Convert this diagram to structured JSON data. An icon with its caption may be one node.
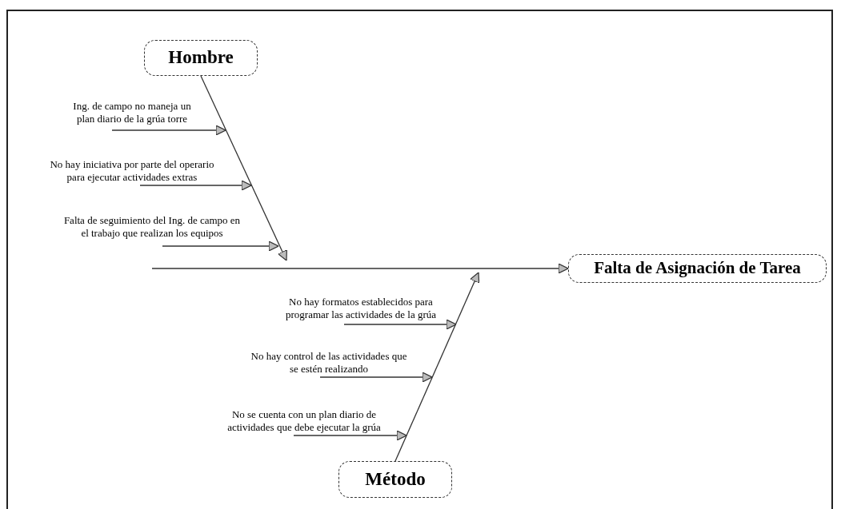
{
  "diagram": {
    "nodes": [
      {
        "text": [
          "Hombre"
        ]
      },
      {
        "text": [
          "Falta de Asignación de Tarea"
        ]
      },
      {
        "text": [
          "Método"
        ]
      },
      {
        "text": [
          "Ing. de campo no maneja un plan diario de la grúa torre"
        ]
      },
      {
        "text": [
          "No hay iniciativa por parte del operario para ejecutar actividades extras"
        ]
      },
      {
        "text": [
          "Falta de seguimiento del Ing. de campo en el trabajo que realizan los equipos"
        ]
      },
      {
        "text": [
          "No hay formatos establecidos para programar las actividades de la grúa"
        ]
      },
      {
        "text": [
          "No hay control de las actividades que se estén realizando"
        ]
      },
      {
        "text": [
          "No se cuenta con un plan diario de actividades que debe ejecutar la grúa"
        ]
      }
    ],
    "edges": [
      {
        "from": 0,
        "to": null,
        "arrow": "to"
      },
      {
        "from": 2,
        "to": null,
        "arrow": "to"
      },
      {
        "from": null,
        "to": 1,
        "arrow": "to"
      },
      {
        "from": 3,
        "to": null,
        "arrow": "to"
      },
      {
        "from": 4,
        "to": null,
        "arrow": "to"
      },
      {
        "from": 5,
        "to": null,
        "arrow": "to"
      },
      {
        "from": 6,
        "to": null,
        "arrow": "to"
      },
      {
        "from": 7,
        "to": null,
        "arrow": "to"
      },
      {
        "from": 8,
        "to": null,
        "arrow": "to"
      }
    ]
  }
}
